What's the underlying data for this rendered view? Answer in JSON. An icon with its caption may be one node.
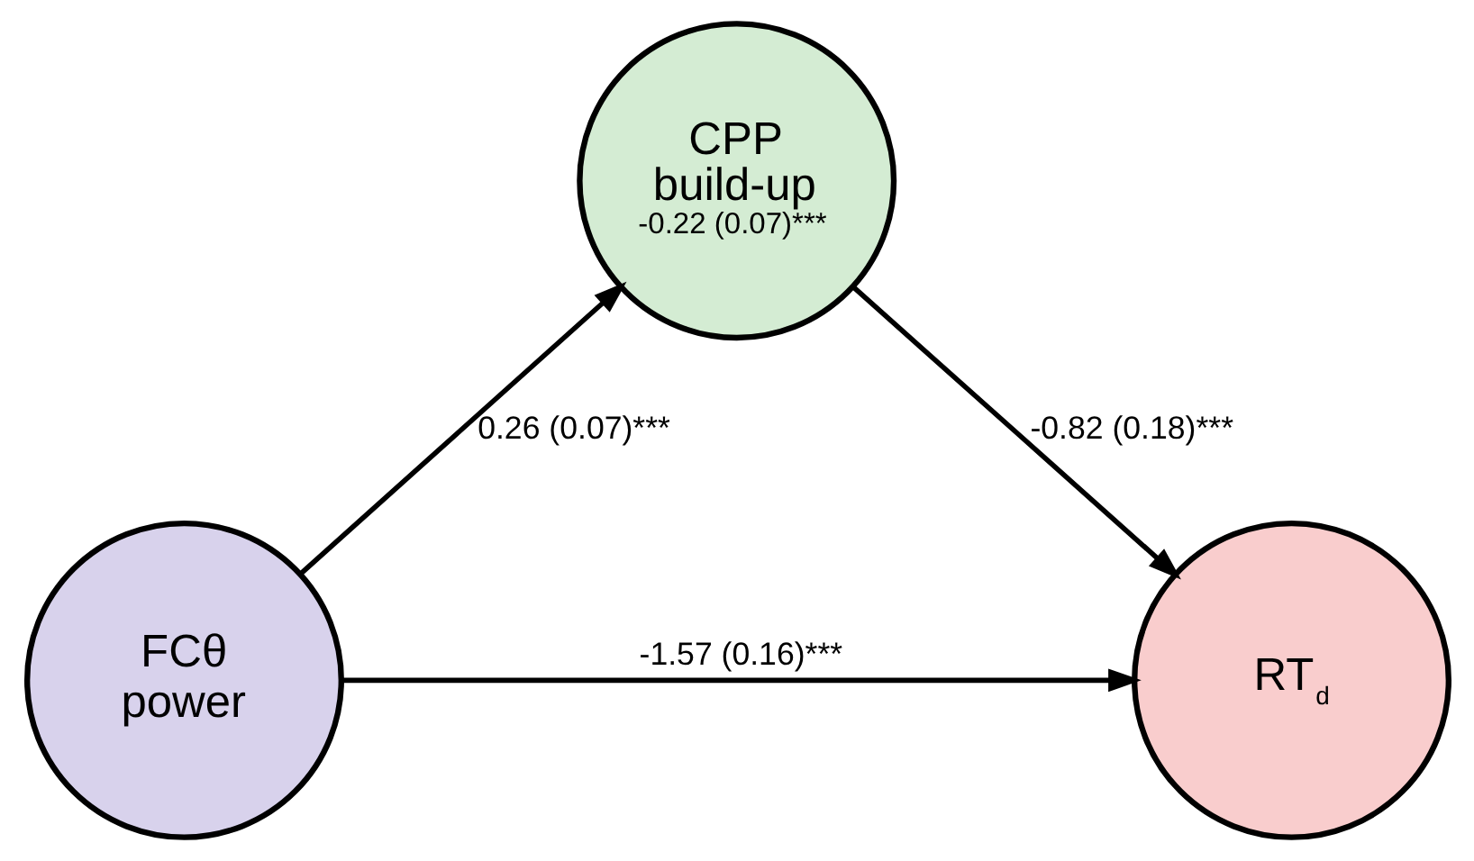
{
  "diagram": {
    "nodes": [
      {
        "text": [
          "CPP build-up",
          "-0.22 (0.07)***"
        ]
      },
      {
        "text": [
          "FCθ power"
        ]
      },
      {
        "text": [
          "RT$_{d}$"
        ]
      }
    ],
    "edges": [
      {
        "from": 1,
        "to": 0,
        "arrow": "to",
        "label": "0.26 (0.07)***"
      },
      {
        "from": 0,
        "to": 2,
        "arrow": "to",
        "label": "-0.82 (0.18)***"
      },
      {
        "from": 1,
        "to": 2,
        "arrow": "to",
        "label": "-1.57 (0.16)***"
      }
    ]
  }
}
